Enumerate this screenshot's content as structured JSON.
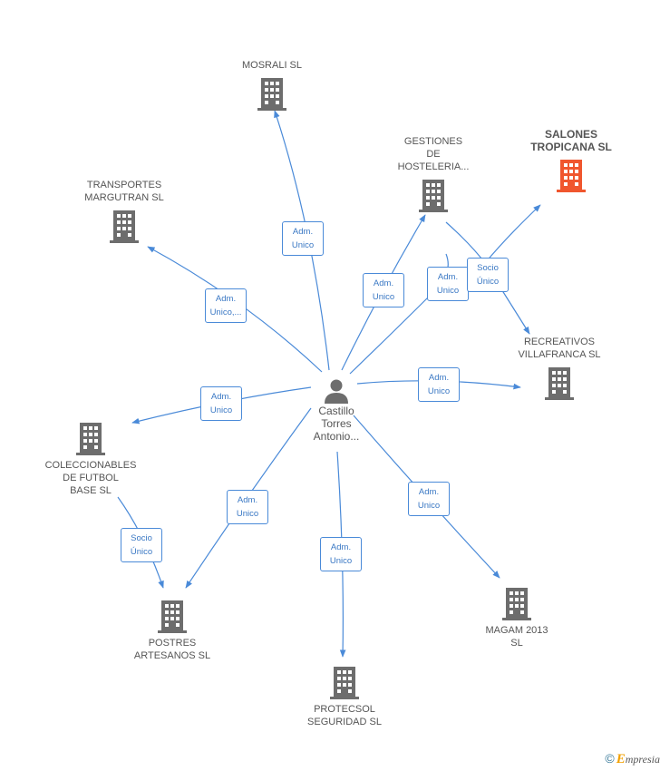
{
  "center": {
    "label": "Castillo\nTorres\nAntonio..."
  },
  "companies": {
    "mosrali": "MOSRALI  SL",
    "gestiones": "GESTIONES\nDE\nHOSTELERIA...",
    "salones": "SALONES\nTROPICANA SL",
    "transportes": "TRANSPORTES\nMARGUTRAN SL",
    "recreativos": "RECREATIVOS\nVILLAFRANCA SL",
    "coleccionables": "COLECCIONABLES\nDE FUTBOL\nBASE SL",
    "postres": "POSTRES\nARTESANOS SL",
    "protecsol": "PROTECSOL\nSEGURIDAD SL",
    "magam": "MAGAM 2013\nSL"
  },
  "edges": {
    "mosrali": "Adm.\nUnico",
    "transportes": "Adm.\nUnico,...",
    "gestiones": "Adm.\nUnico",
    "salones": "Adm.\nUnico",
    "socio_salones": "Socio\nÚnico",
    "recreativos": "Adm.\nUnico",
    "coleccionables": "Adm.\nUnico",
    "postres": "Adm.\nUnico",
    "socio_postres": "Socio\nÚnico",
    "protecsol": "Adm.\nUnico",
    "magam": "Adm.\nUnico"
  },
  "colors": {
    "edge": "#4a8ad8",
    "building": "#6d6d6d",
    "highlight": "#f0562e"
  },
  "icons": {
    "company": "building-icon",
    "person": "person-icon"
  },
  "footer": {
    "copyright": "©",
    "brand_first": "E",
    "brand_rest": "mpresia"
  }
}
